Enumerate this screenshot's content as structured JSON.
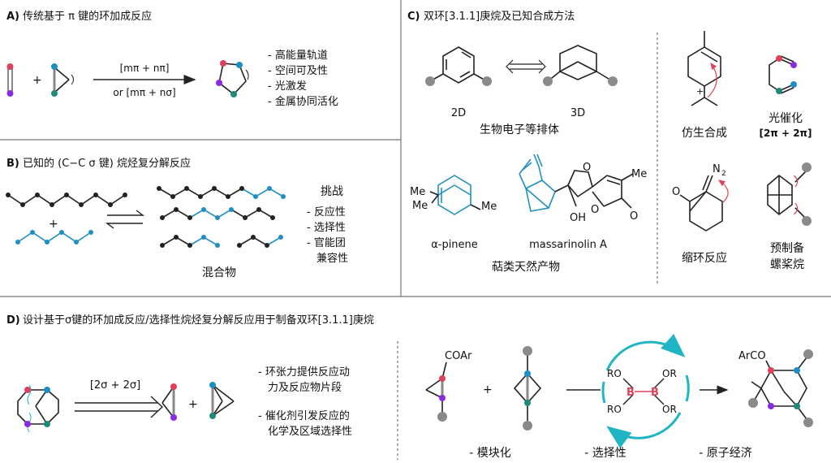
{
  "colors": {
    "black": "#222222",
    "blue": "#1e8fc4",
    "red": "#e0405a",
    "purple": "#8a2be2",
    "teal": "#1f8a7a",
    "grey": "#7a7a7a",
    "divider": "#555555"
  },
  "panelA": {
    "title_letter": "A)",
    "title": "传统基于 π 键的环加成反应",
    "plus": "+",
    "arrow_top": "[mπ + nπ]",
    "arrow_bottom": "or [mπ + nσ]",
    "bullets": [
      "- 高能量轨道",
      "- 空间可及性",
      "- 光激发",
      "- 金属协同活化"
    ]
  },
  "panelB": {
    "title_letter": "B)",
    "title": "已知的 (C−C σ 键) 烷烃复分解反应",
    "plus": "+",
    "mixture_label": "混合物",
    "challenge_title": "挑战",
    "challenges": [
      "- 反应性",
      "- 选择性",
      "- 官能团",
      "兼容性"
    ]
  },
  "panelC": {
    "title_letter": "C)",
    "title": "双环[3.1.1]庚烷及已知合成方法",
    "label_2d": "2D",
    "label_3d": "3D",
    "bioisostere": "生物电子等排体",
    "pinene_label": "α-pinene",
    "massarinolin_label": "massarinolin A",
    "natural_products": "萜类天然产物",
    "me": "Me",
    "oh": "OH",
    "o": "O",
    "n2": "N",
    "n2_sub": "2",
    "biomimetic": "仿生合成",
    "photocat": "光催化",
    "photocat_sub": "[2π + 2π]",
    "ring_contraction": "缩环反应",
    "prep_line1": "预制备",
    "prep_line2": "螺桨烷"
  },
  "panelD": {
    "title_letter": "D)",
    "title": "设计基于σ键的环加成反应/选择性烷烃复分解反应用于制备双环[3.1.1]庚烷",
    "retro_label": "[2σ + 2σ]",
    "plus": "+",
    "notes": [
      "- 环张力提供反应动",
      "力及反应物片段",
      "- 催化剂引发反应的",
      "化学及区域选择性"
    ],
    "coar": "COAr",
    "arco": "ArCO",
    "ro": "RO",
    "or": "OR",
    "boron": "B",
    "features": [
      "- 模块化",
      "- 选择性",
      "- 原子经济"
    ]
  }
}
